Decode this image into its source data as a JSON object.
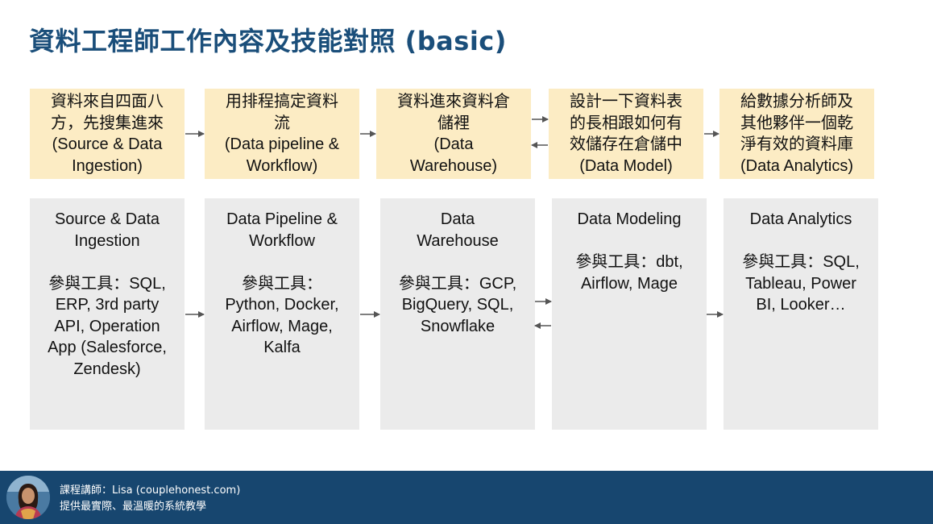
{
  "title": "資料工程師工作內容及技能對照 (basic)",
  "stages": [
    {
      "label": "資料來自四面八\n方，先搜集進來\n(Source & Data\nIngestion)"
    },
    {
      "label": "用排程搞定資料\n流\n(Data pipeline &\nWorkflow)"
    },
    {
      "label": "資料進來資料倉\n儲裡\n(Data\nWarehouse)"
    },
    {
      "label": "設計一下資料表\n的長相跟如何有\n效儲存在倉儲中\n(Data Model)"
    },
    {
      "label": "給數據分析師及\n其他夥伴一個乾\n淨有效的資料庫\n(Data Analytics)"
    }
  ],
  "tools": [
    {
      "heading": "Source & Data\nIngestion",
      "tools": "參與工具：SQL,\nERP, 3rd party\nAPI, Operation\nApp (Salesforce,\nZendesk)"
    },
    {
      "heading": "Data Pipeline &\nWorkflow",
      "tools": "參與工具：\nPython, Docker,\nAirflow, Mage,\nKalfa"
    },
    {
      "heading": "Data\nWarehouse",
      "tools": "參與工具：GCP,\nBigQuery, SQL,\nSnowflake"
    },
    {
      "heading": "Data Modeling",
      "tools": "參與工具：dbt,\nAirflow, Mage"
    },
    {
      "heading": "Data Analytics",
      "tools": "參與工具：SQL,\nTableau, Power\nBI, Looker…"
    }
  ],
  "footer": {
    "instructor": "課程講師：Lisa (couplehonest.com)",
    "tagline": "提供最實際、最溫暖的系統教學"
  },
  "colors": {
    "title": "#1a4e7a",
    "stage_box": "#fcecc4",
    "tool_box": "#ebebeb",
    "footer_bg": "#17466f",
    "arrow": "#555555"
  }
}
